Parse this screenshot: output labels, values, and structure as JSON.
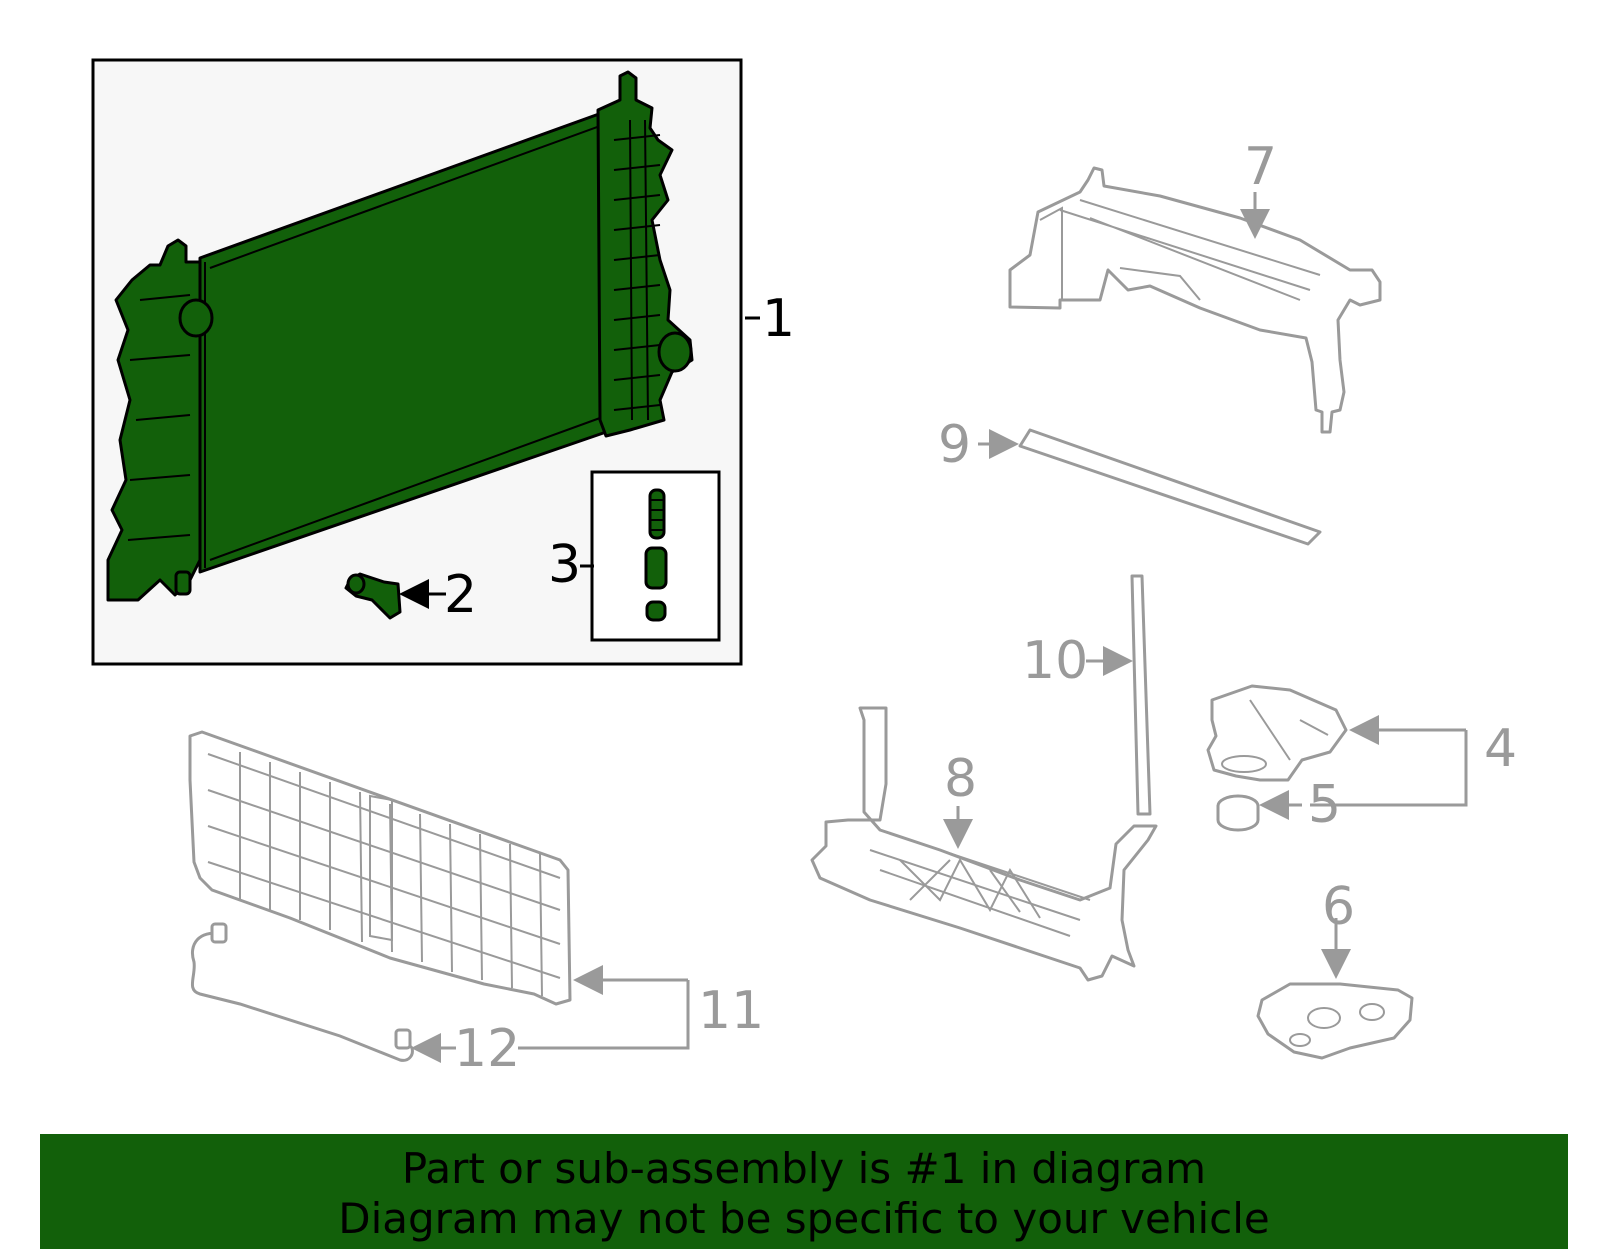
{
  "colors": {
    "highlight": "#12600a",
    "dim": "#9a9a9a",
    "box_bg": "#f7f7f7"
  },
  "callouts": {
    "c1": "1",
    "c2": "2",
    "c3": "3",
    "c4": "4",
    "c5": "5",
    "c6": "6",
    "c7": "7",
    "c8": "8",
    "c9": "9",
    "c10": "10",
    "c11": "11",
    "c12": "12"
  },
  "banner": {
    "line1": "Part or sub-assembly is #1 in diagram",
    "line2": "Diagram may not be specific to your vehicle"
  }
}
